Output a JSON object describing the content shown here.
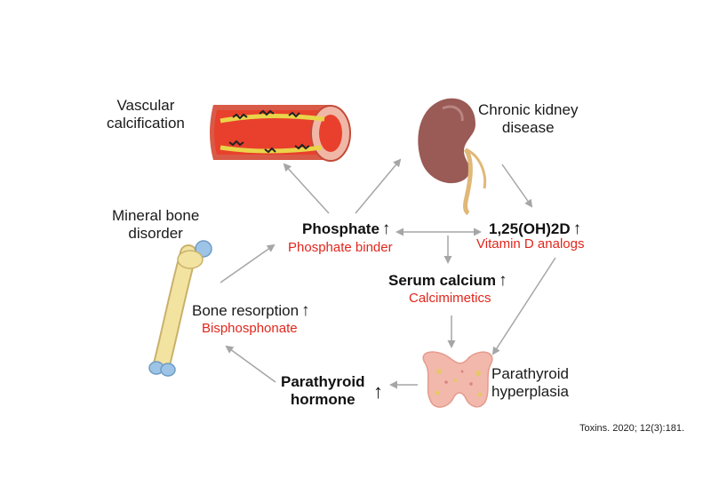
{
  "organs": {
    "vascular_label": [
      "Vascular",
      "calcification"
    ],
    "kidney_label": [
      "Chronic kidney",
      "disease"
    ],
    "bone_label": [
      "Mineral bone",
      "disorder"
    ],
    "parathyroid_label": [
      "Parathyroid",
      "hyperplasia"
    ]
  },
  "factors": {
    "phosphate": {
      "name": "Phosphate",
      "direction": "↑",
      "treatment": "Phosphate binder"
    },
    "vitamin_d": {
      "name": "1,25(OH)2D",
      "direction": "↑",
      "treatment": "Vitamin D analogs"
    },
    "serum_calcium": {
      "name": "Serum calcium",
      "direction": "↑",
      "treatment": "Calcimimetics"
    },
    "bone_resorption": {
      "name": "Bone resorption",
      "direction": "↑",
      "treatment": "Bisphosphonate"
    },
    "pth": {
      "name_lines": [
        "Parathyroid",
        "hormone"
      ],
      "direction": "↑"
    }
  },
  "citation": "Toxins. 2020; 12(3):181.",
  "colors": {
    "treatment_text": "#e1261c",
    "arrow": "#a6a6a6",
    "vessel_wall": "#d95a47",
    "kidney": "#9a5a55",
    "bone": "#f3e3a1",
    "parathyroid": "#f2b8ac"
  }
}
